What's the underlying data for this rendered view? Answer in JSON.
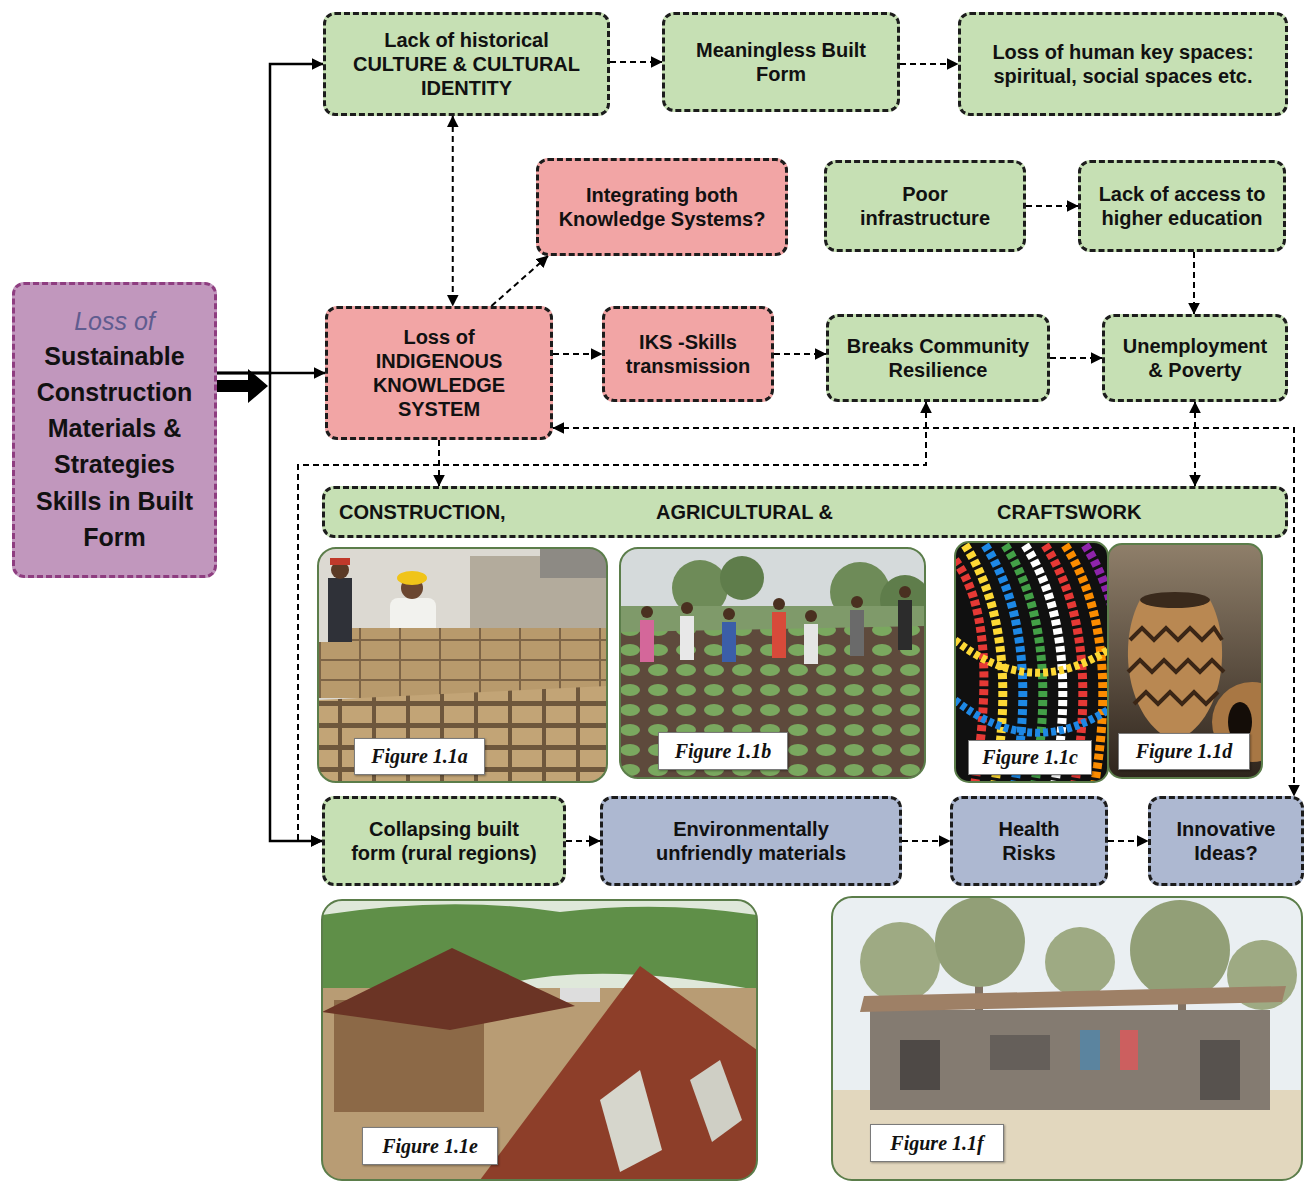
{
  "diagram": {
    "nodes": [
      {
        "text": [
          "Loss of",
          "Sustainable Construction Materials & Strategies Skills in Built Form"
        ]
      },
      {
        "text": [
          "Lack of historical CULTURE & CULTURAL IDENTITY"
        ]
      },
      {
        "text": [
          "Meaningless Built Form"
        ]
      },
      {
        "text": [
          "Loss of human key spaces: spiritual, social spaces etc."
        ]
      },
      {
        "text": [
          "Integrating both Knowledge Systems?"
        ]
      },
      {
        "text": [
          "Poor infrastructure"
        ]
      },
      {
        "text": [
          "Lack of access to higher education"
        ]
      },
      {
        "text": [
          "Loss of INDIGENOUS KNOWLEDGE SYSTEM"
        ]
      },
      {
        "text": [
          "IKS -Skills transmission"
        ]
      },
      {
        "text": [
          "Breaks Community Resilience"
        ]
      },
      {
        "text": [
          "Unemployment & Poverty"
        ]
      },
      {
        "text": [
          "CONSTRUCTION,",
          "AGRICULTURAL &",
          "CRAFTSWORK"
        ]
      },
      {
        "text": [
          "Collapsing built form (rural regions)"
        ]
      },
      {
        "text": [
          "Environmentally unfriendly materials"
        ]
      },
      {
        "text": [
          "Health Risks"
        ]
      },
      {
        "text": [
          "Innovative Ideas?"
        ]
      }
    ],
    "edges": [
      {
        "from": 0,
        "to": 1,
        "arrow": "to"
      },
      {
        "from": 0,
        "to": 7,
        "arrow": "to"
      },
      {
        "from": 0,
        "to": 12,
        "arrow": "to"
      },
      {
        "from": 1,
        "to": 2,
        "arrow": "to"
      },
      {
        "from": 2,
        "to": 3,
        "arrow": "to"
      },
      {
        "from": 1,
        "to": 7,
        "arrow": "both"
      },
      {
        "from": 7,
        "to": 4,
        "arrow": "to"
      },
      {
        "from": 5,
        "to": 6,
        "arrow": "to"
      },
      {
        "from": 6,
        "to": 10,
        "arrow": "to"
      },
      {
        "from": 7,
        "to": 8,
        "arrow": "to"
      },
      {
        "from": 8,
        "to": 9,
        "arrow": "to"
      },
      {
        "from": 9,
        "to": 10,
        "arrow": "to"
      },
      {
        "from": 10,
        "to": 11,
        "arrow": "both"
      },
      {
        "from": 7,
        "to": 11,
        "arrow": "to"
      },
      {
        "from": 9,
        "to": 12,
        "arrow": "both"
      },
      {
        "from": 7,
        "to": 15,
        "arrow": "both"
      },
      {
        "from": 12,
        "to": 13,
        "arrow": "to"
      },
      {
        "from": 13,
        "to": 14,
        "arrow": "to"
      },
      {
        "from": 14,
        "to": 15,
        "arrow": "to"
      }
    ],
    "labels": [
      "Figure 1.1a",
      "Figure 1.1b",
      "Figure 1.1c",
      "Figure 1.1d",
      "Figure 1.1e",
      "Figure 1.1f"
    ]
  }
}
